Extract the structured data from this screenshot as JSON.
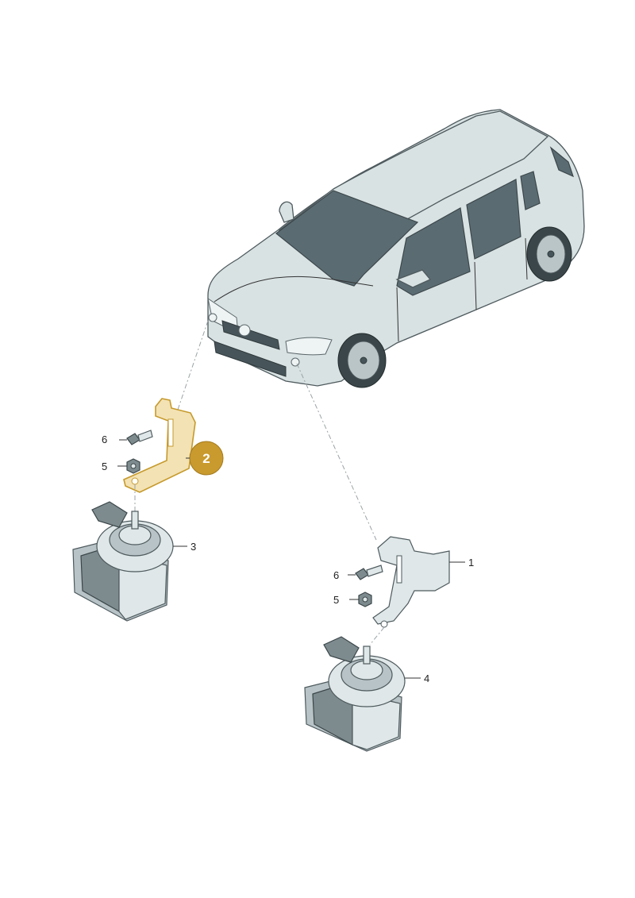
{
  "callouts": {
    "part_1": "1",
    "part_2": "2",
    "part_3": "3",
    "part_4": "4",
    "part_5_left": "5",
    "part_5_right": "5",
    "part_6_left": "6",
    "part_6_right": "6"
  },
  "colors": {
    "highlight_badge": "#c99a2e",
    "highlight_part": "#f3e2b3",
    "body_fill": "#d9e2e3",
    "glass": "#5a6c72"
  }
}
